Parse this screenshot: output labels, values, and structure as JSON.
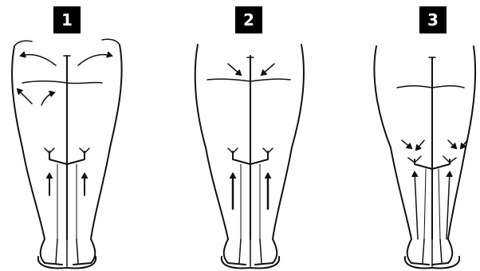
{
  "panels": [
    {
      "label": "1",
      "arrows": "outward-spread"
    },
    {
      "label": "2",
      "arrows": "inward-converge"
    },
    {
      "label": "3",
      "arrows": "converge-low"
    }
  ],
  "colors": {
    "ink": "#111111",
    "badge_bg": "#000000",
    "badge_text": "#ffffff",
    "background": "#ffffff"
  }
}
